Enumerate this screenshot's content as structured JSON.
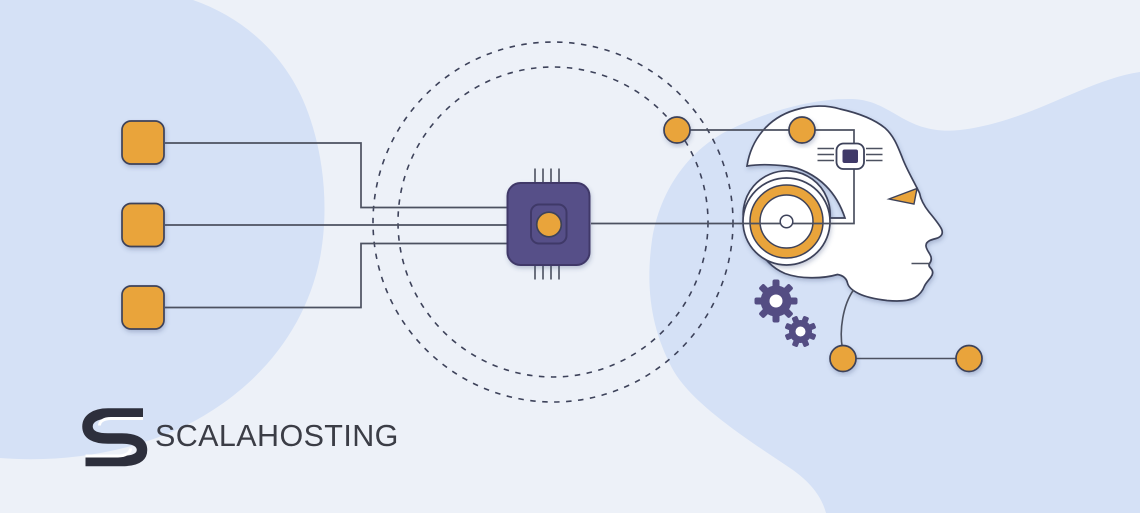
{
  "brand": {
    "name": "SCALAHOSTING"
  },
  "illustration": {
    "input_nodes": 3,
    "orbit_rings": 2,
    "gears": 2,
    "connector_dots": 4,
    "icons": [
      "input-node-icon",
      "cpu-chip-icon",
      "orbit-ring-icon",
      "ai-head-icon",
      "ear-speaker-icon",
      "memory-chip-icon",
      "eye-triangle-icon",
      "gear-icon",
      "node-dot-icon",
      "brand-logo-icon"
    ]
  },
  "colors": {
    "background": "#EDF1F8",
    "blob": "#D5E1F6",
    "orange": "#E9A43B",
    "purple": "#575088",
    "purple_dark": "#3F3968",
    "gear_purple": "#544D83",
    "outline": "#3D425A",
    "line": "#4C5160",
    "white": "#FFFFFF",
    "logo": "#2D2F3C",
    "text": "#3B3D46"
  }
}
